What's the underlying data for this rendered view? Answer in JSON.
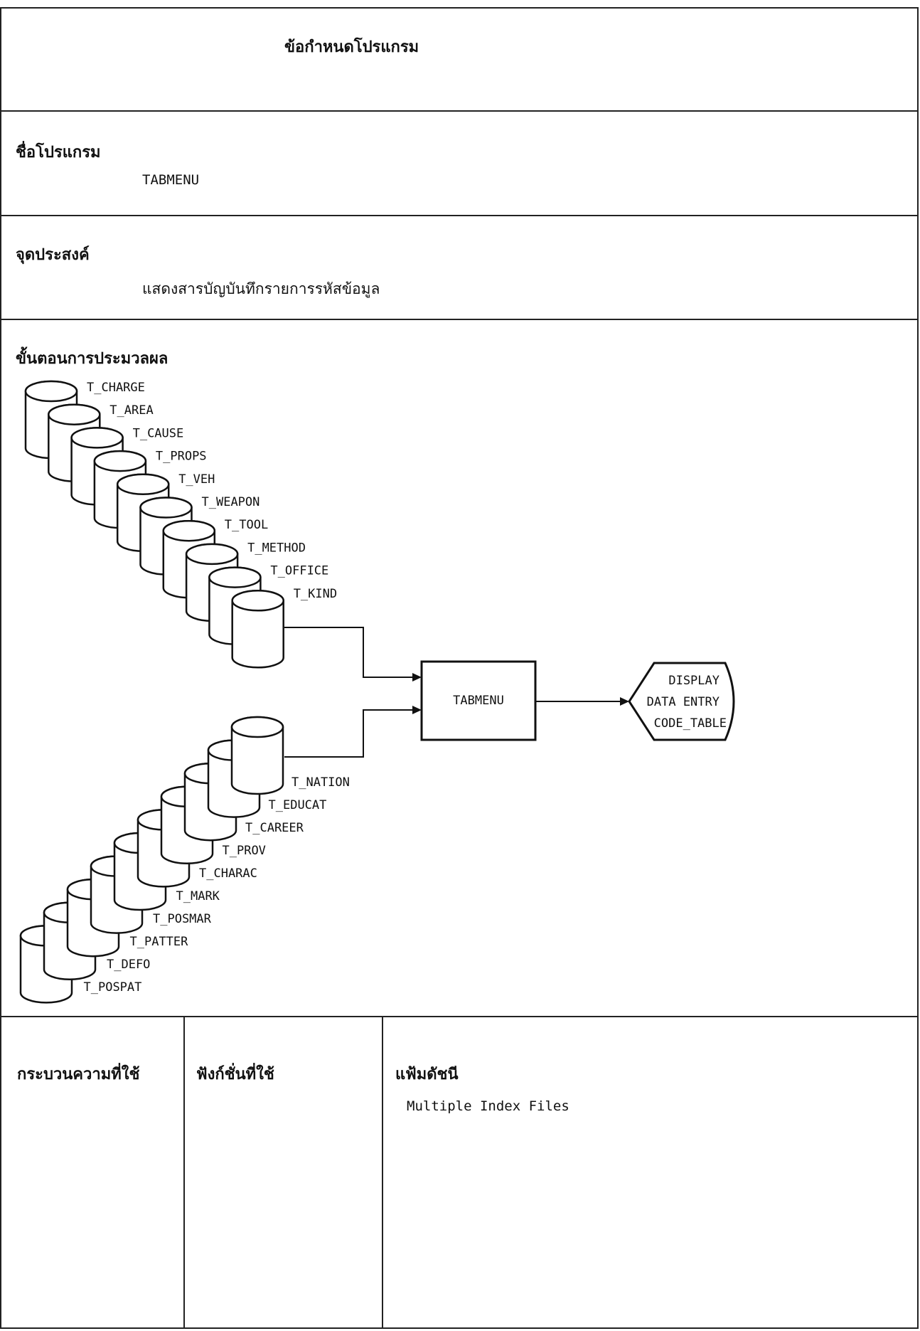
{
  "title": "ข้อกำหนดโปรแกรม",
  "program_name": {
    "label": "ชื่อโปรแกรม",
    "value": "TABMENU"
  },
  "purpose": {
    "label": "จุดประสงค์",
    "value": "แสดงสารบัญบันทึกรายการรหัสข้อมูล"
  },
  "processing": {
    "label": "ขั้นตอนการประมวลผล",
    "upper_files": [
      "T_CHARGE",
      "T_AREA",
      "T_CAUSE",
      "T_PROPS",
      "T_VEH",
      "T_WEAPON",
      "T_TOOL",
      "T_METHOD",
      "T_OFFICE",
      "T_KIND"
    ],
    "lower_files": [
      "T_NATION",
      "T_EDUCAT",
      "T_CAREER",
      "T_PROV",
      "T_CHARAC",
      "T_MARK",
      "T_POSMAR",
      "T_PATTER",
      "T_DEFO",
      "T_POSPAT"
    ],
    "process_box": "TABMENU",
    "output_lines": [
      "DISPLAY",
      "DATA ENTRY",
      "CODE_TABLE"
    ]
  },
  "footer": {
    "col1_label": "กระบวนความที่ใช้",
    "col2_label": "ฟังก์ชั่นที่ใช้",
    "col3_label": "แฟ้มดัชนี",
    "col3_value": "Multiple Index Files"
  }
}
